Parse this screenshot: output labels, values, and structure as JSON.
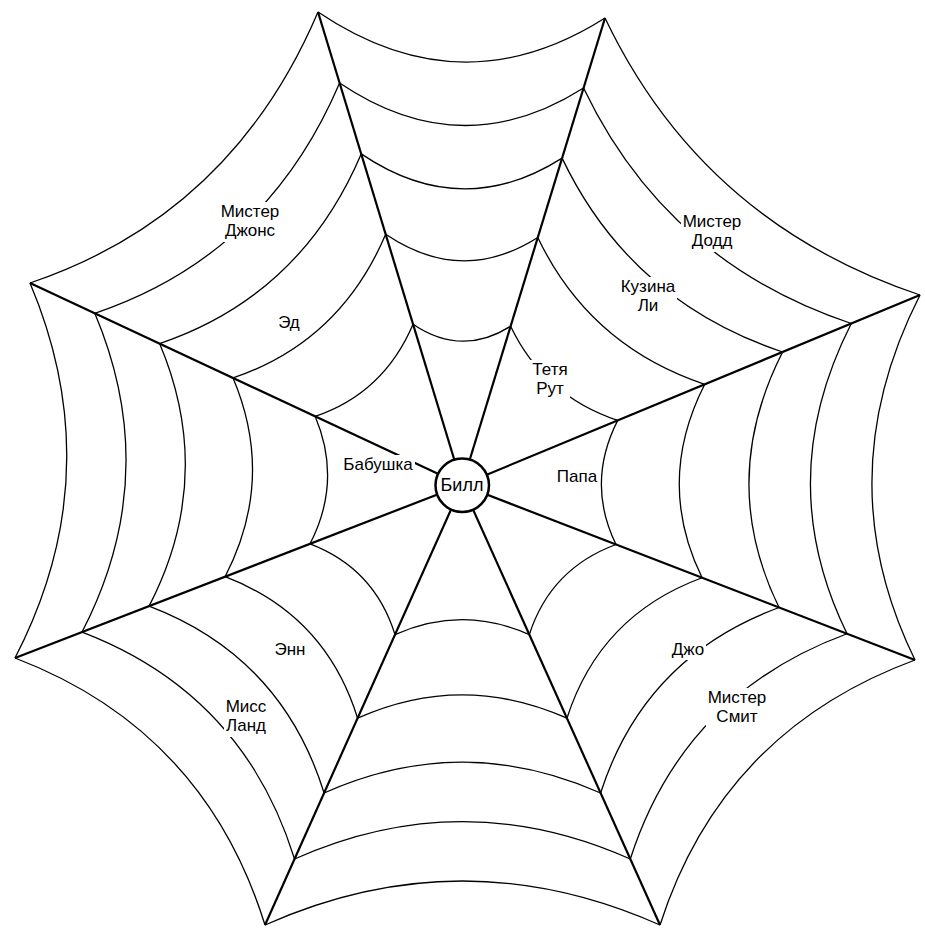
{
  "diagram": {
    "nodes": [
      {
        "text": [
          "Билл"
        ]
      }
    ],
    "labels": [
      "Мистер Джонс",
      "Мистер Додд",
      "Кузина Ли",
      "Эд",
      "Тетя Рут",
      "Бабушка",
      "Папа",
      "Энн",
      "Джо",
      "Мистер Смит",
      "Мисс Ланд"
    ]
  }
}
